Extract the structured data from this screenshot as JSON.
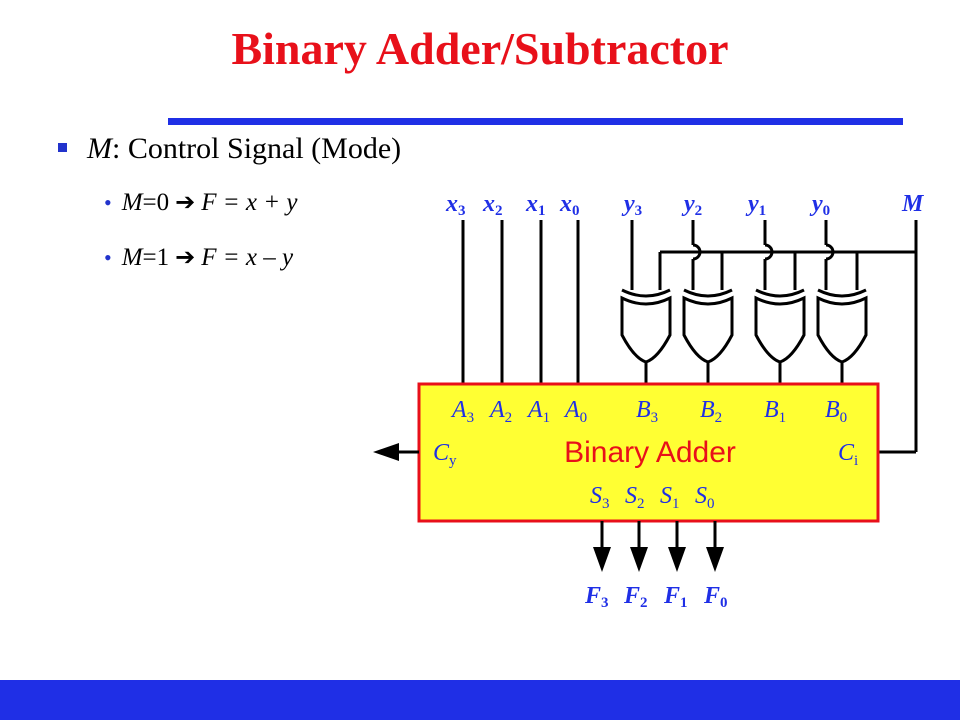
{
  "title": "Binary Adder/Subtractor",
  "bullet": {
    "var": "M",
    "text": ": Control Signal (Mode)"
  },
  "cases": [
    {
      "m": "M",
      "eq": "=0",
      "f": "F",
      "expr": " = x + y"
    },
    {
      "m": "M",
      "eq": "=1",
      "f": "F",
      "expr": " = x – y"
    }
  ],
  "inputs": {
    "x": [
      {
        "base": "x",
        "sub": "3"
      },
      {
        "base": "x",
        "sub": "2"
      },
      {
        "base": "x",
        "sub": "1"
      },
      {
        "base": "x",
        "sub": "0"
      }
    ],
    "y": [
      {
        "base": "y",
        "sub": "3"
      },
      {
        "base": "y",
        "sub": "2"
      },
      {
        "base": "y",
        "sub": "1"
      },
      {
        "base": "y",
        "sub": "0"
      }
    ],
    "mode": "M"
  },
  "adder": {
    "name": "Binary Adder",
    "a_ports": [
      {
        "base": "A",
        "sub": "3"
      },
      {
        "base": "A",
        "sub": "2"
      },
      {
        "base": "A",
        "sub": "1"
      },
      {
        "base": "A",
        "sub": "0"
      }
    ],
    "b_ports": [
      {
        "base": "B",
        "sub": "3"
      },
      {
        "base": "B",
        "sub": "2"
      },
      {
        "base": "B",
        "sub": "1"
      },
      {
        "base": "B",
        "sub": "0"
      }
    ],
    "s_ports": [
      {
        "base": "S",
        "sub": "3"
      },
      {
        "base": "S",
        "sub": "2"
      },
      {
        "base": "S",
        "sub": "1"
      },
      {
        "base": "S",
        "sub": "0"
      }
    ],
    "carry_out": {
      "base": "C",
      "sub": "y"
    },
    "carry_in": {
      "base": "C",
      "sub": "i"
    },
    "fill": "#ffff33"
  },
  "outputs": [
    {
      "base": "F",
      "sub": "3"
    },
    {
      "base": "F",
      "sub": "2"
    },
    {
      "base": "F",
      "sub": "1"
    },
    {
      "base": "F",
      "sub": "0"
    }
  ],
  "colors": {
    "title": "#e8101a",
    "accent": "#1f2fe6",
    "label": "#1f2fe6"
  }
}
